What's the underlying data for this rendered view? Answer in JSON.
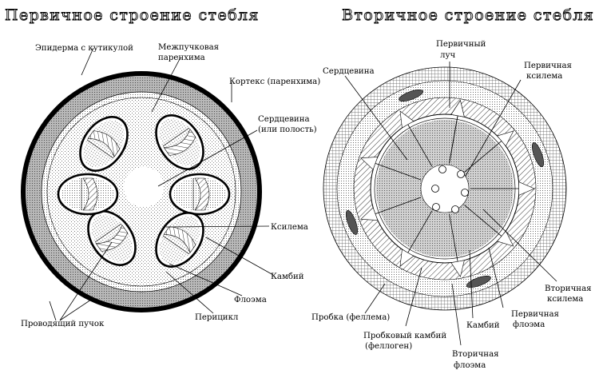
{
  "left": {
    "title": "Первичное строение стебля",
    "labels": {
      "epidermis": "Эпидерма с кутикулой",
      "interfascicular_1": "Межпучковая",
      "interfascicular_2": "паренхима",
      "cortex": "Кортекс (паренхима)",
      "pith_1": "Сердцевина",
      "pith_2": "(или полость)",
      "xylem": "Ксилема",
      "cambium": "Камбий",
      "phloem": "Флоэма",
      "pericycle": "Перицикл",
      "bundle": "Проводящий пучок"
    }
  },
  "right": {
    "title": "Вторичное строение стебля",
    "labels": {
      "primary_ray_1": "Первичный",
      "primary_ray_2": "луч",
      "pith": "Сердцевина",
      "primary_xylem_1": "Первичная",
      "primary_xylem_2": "ксилема",
      "secondary_xylem_1": "Вторичная",
      "secondary_xylem_2": "ксилема",
      "primary_phloem_1": "Первичная",
      "primary_phloem_2": "флоэма",
      "cork": "Пробка (феллема)",
      "cork_cambium_1": "Пробковый камбий",
      "cork_cambium_2": "(феллоген)",
      "cambium": "Камбий",
      "secondary_phloem_1": "Вторичная",
      "secondary_phloem_2": "флоэма"
    }
  },
  "colors": {
    "ink": "#000000",
    "paper": "#ffffff"
  }
}
